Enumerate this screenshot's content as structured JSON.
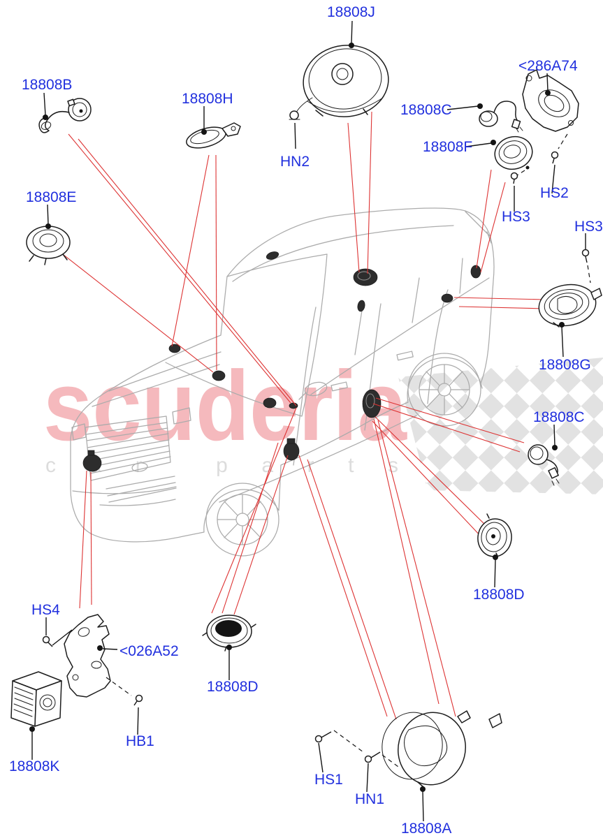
{
  "diagram": {
    "title": "Vehicle audio speakers exploded parts diagram",
    "watermark": {
      "brand": "scuderia",
      "subtitle": "car parts"
    },
    "colors": {
      "callout_blue": "#2130de",
      "leader_black": "#141414",
      "locator_red": "#dd3333",
      "car_gray": "#ababab",
      "watermark_pink": "#f5b9bd",
      "watermark_gray": "#dcdcdc",
      "checker_gray": "#d8d8d8"
    },
    "callouts": [
      {
        "code": "18808J"
      },
      {
        "code": "18808B"
      },
      {
        "code": "18808H"
      },
      {
        "code": "18808E"
      },
      {
        "code": "HN2"
      },
      {
        "code": "18808C"
      },
      {
        "code": "<286A74"
      },
      {
        "code": "18808F"
      },
      {
        "code": "HS2"
      },
      {
        "code": "HS3"
      },
      {
        "code": "HS3"
      },
      {
        "code": "18808G"
      },
      {
        "code": "18808C"
      },
      {
        "code": "18808D"
      },
      {
        "code": "18808D"
      },
      {
        "code": "HS4"
      },
      {
        "code": "<026A52"
      },
      {
        "code": "HB1"
      },
      {
        "code": "18808K"
      },
      {
        "code": "HS1"
      },
      {
        "code": "HN1"
      },
      {
        "code": "18808A"
      }
    ]
  }
}
